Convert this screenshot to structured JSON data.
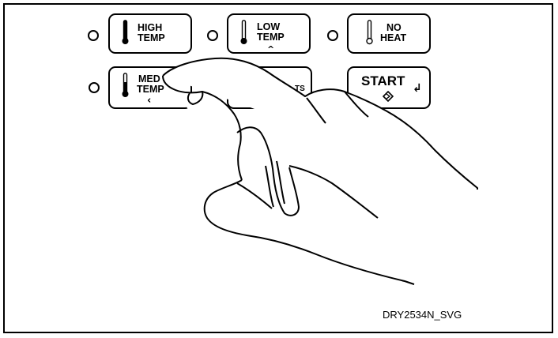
{
  "panel": {
    "high_temp": {
      "line1": "HIGH",
      "line2": "TEMP",
      "icon": "thermometer-full-icon"
    },
    "low_temp": {
      "line1": "LOW",
      "line2": "TEMP",
      "icon": "thermometer-low-icon",
      "nav_glyph": "^"
    },
    "no_heat": {
      "line1": "NO",
      "line2": "HEAT",
      "icon": "thermometer-empty-icon"
    },
    "med_temp": {
      "line1": "MED",
      "line2": "TEMP",
      "icon": "thermometer-medium-icon",
      "nav_glyph": "‹"
    },
    "hidden_button_fragment": "TS",
    "start": {
      "label": "START",
      "enter_glyph": "↲",
      "icon": "diamond-arrow-icon"
    }
  },
  "caption": "DRY2534N_SVG",
  "colors": {
    "ink": "#000000",
    "background": "#ffffff"
  }
}
